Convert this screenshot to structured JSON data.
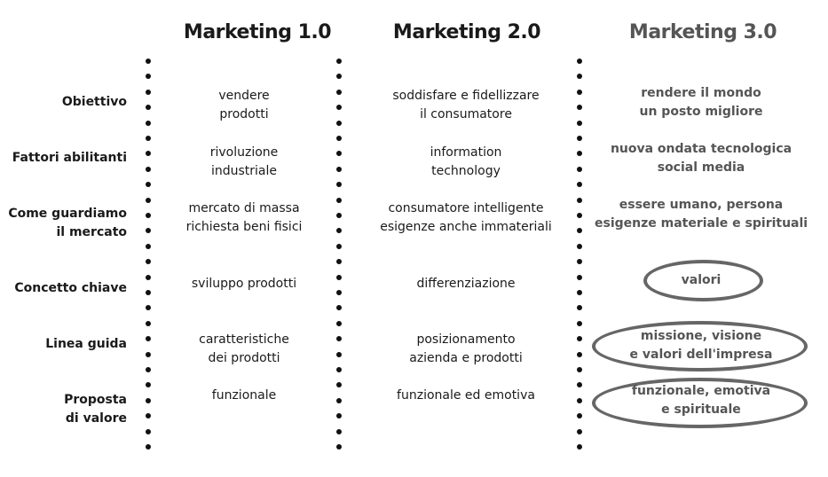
{
  "headers": [
    "Marketing 1.0",
    "Marketing 2.0",
    "Marketing 3.0"
  ],
  "rows": [
    {
      "label": [
        "Obiettivo"
      ],
      "m1": [
        "vendere",
        "prodotti"
      ],
      "m2": [
        "soddisfare e fidellizzare",
        "il consumatore"
      ],
      "m3": [
        "rendere il mondo",
        "un posto migliore"
      ]
    },
    {
      "label": [
        "Fattori abilitanti"
      ],
      "m1": [
        "rivoluzione",
        "industriale"
      ],
      "m2": [
        "information",
        "technology"
      ],
      "m3": [
        "nuova ondata tecnologica",
        "social media"
      ]
    },
    {
      "label": [
        "Come guardiamo",
        "il mercato"
      ],
      "m1": [
        "mercato di massa",
        "richiesta beni fisici"
      ],
      "m2": [
        "consumatore intelligente",
        "esigenze anche immateriali"
      ],
      "m3": [
        "essere umano, persona",
        "esigenze materiale e spirituali"
      ]
    },
    {
      "label": [
        "Concetto chiave"
      ],
      "m1": [
        "sviluppo prodotti"
      ],
      "m2": [
        "differenziazione"
      ],
      "m3": [
        "valori"
      ]
    },
    {
      "label": [
        "Linea guida"
      ],
      "m1": [
        "caratteristiche",
        "dei prodotti"
      ],
      "m2": [
        "posizionamento",
        "azienda e prodotti"
      ],
      "m3": [
        "missione, visione",
        "e valori dell'impresa"
      ]
    },
    {
      "label": [
        "Proposta",
        "di valore"
      ],
      "m1": [
        "funzionale"
      ],
      "m2": [
        "funzionale ed emotiva"
      ],
      "m3": [
        "funzionale, emotiva",
        "e spirituale"
      ]
    }
  ],
  "colors": {
    "text": "#1a1a1a",
    "highlight_text": "#555555",
    "oval_stroke": "#666666",
    "divider_dots": "#111111"
  }
}
